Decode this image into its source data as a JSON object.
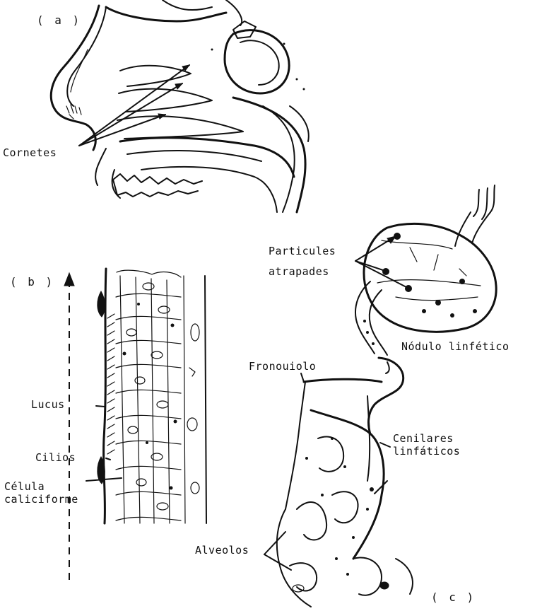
{
  "panels": {
    "a": {
      "tag": "( a )",
      "labels": {
        "cornetes": "Cornetes"
      }
    },
    "b": {
      "tag": "( b )",
      "labels": {
        "mucus": "Lucus",
        "cilios": "Cilios",
        "celula_line1": "Célula",
        "celula_line2": "caliciforme"
      }
    },
    "c": {
      "tag": "( c )",
      "labels": {
        "particulas_line1": "Particules",
        "particulas_line2": "atrapades",
        "nodulo": "Nódulo linfético",
        "bronquiolo": "Fronouiolo",
        "capilares_line1": "Cenilares",
        "capilares_line2": "linfáticos",
        "alveolos": "Alveolos"
      }
    }
  }
}
